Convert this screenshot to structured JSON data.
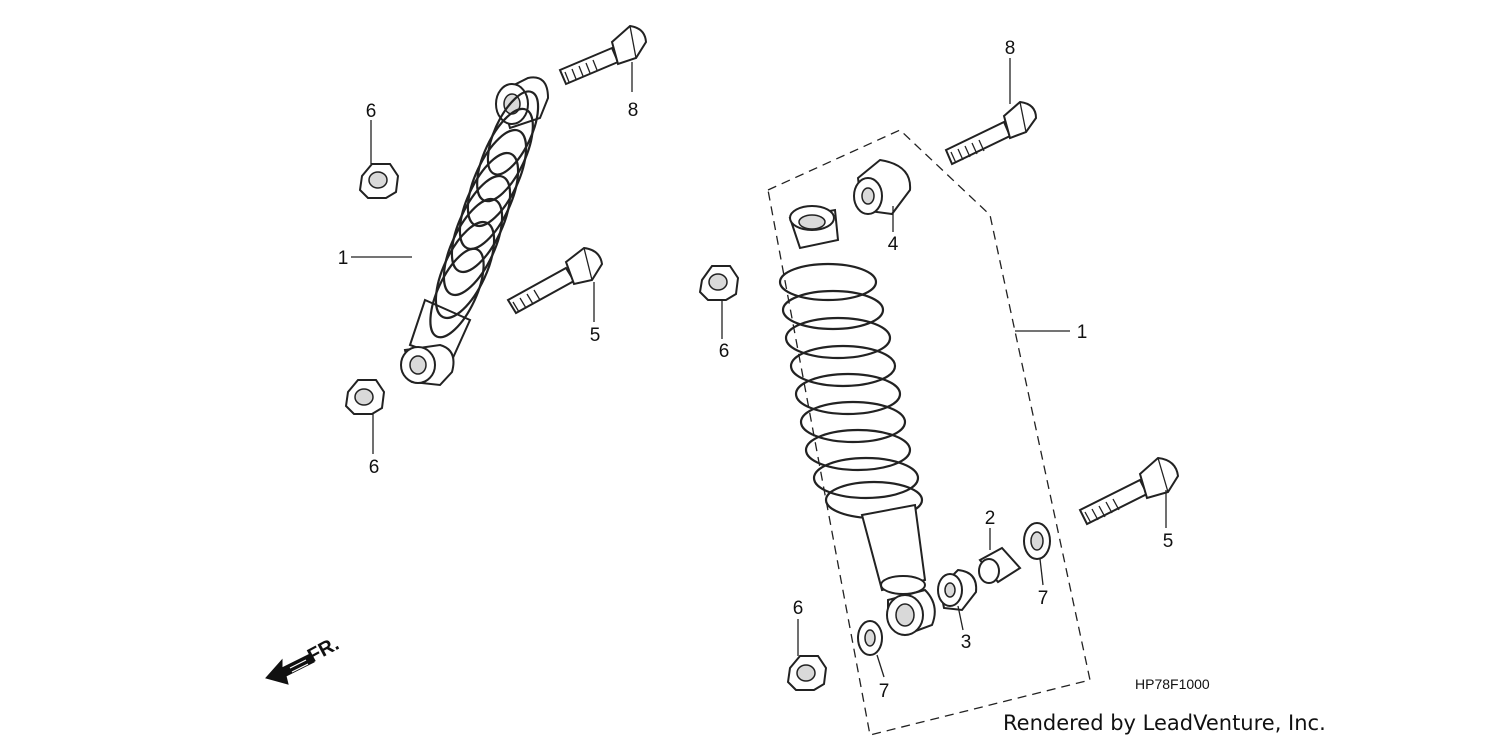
{
  "callouts": {
    "left_shock": "1",
    "left_top_bolt": "8",
    "left_upper_nut": "6",
    "left_lower_bolt": "5",
    "left_lower_nut": "6",
    "mid_nut": "6",
    "right_shock": "1",
    "right_top_bolt": "8",
    "right_bushing": "4",
    "right_lower_bolt": "5",
    "right_collar": "2",
    "right_bushing_lower": "3",
    "right_washer_rear": "7",
    "right_washer_front": "7",
    "right_nut": "6"
  },
  "diagram_code": "HP78F1000",
  "direction_label": "FR.",
  "credit": "Rendered by LeadVenture, Inc."
}
